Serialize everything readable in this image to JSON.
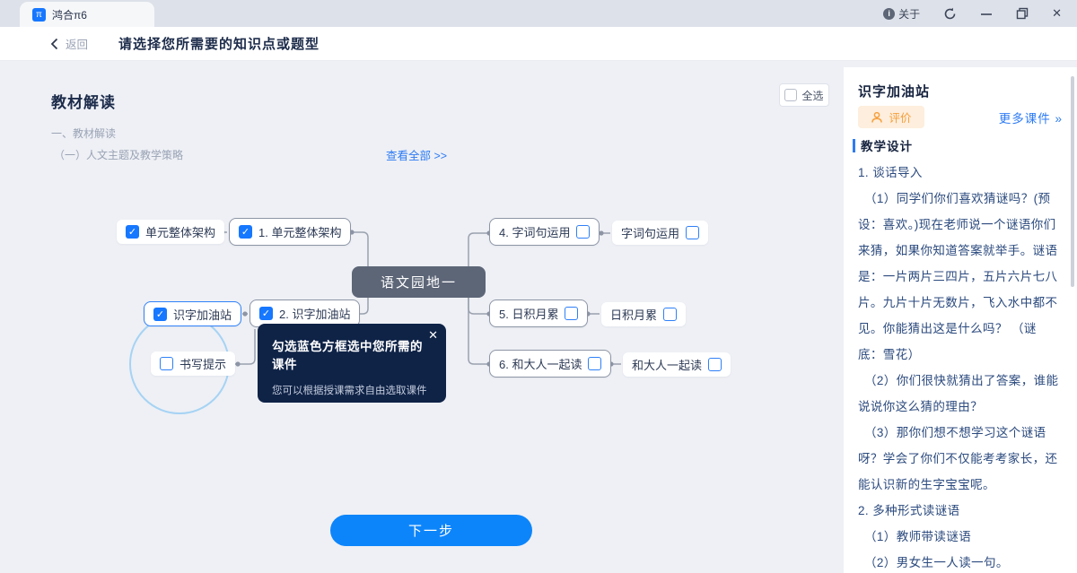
{
  "window": {
    "tab_title": "鸿合π6",
    "app_icon_glyph": "π",
    "about_label": "关于",
    "close_glyph": "✕"
  },
  "toolbar": {
    "back_label": "返回",
    "page_title": "请选择您所需要的知识点或题型"
  },
  "content": {
    "select_all_label": "全选",
    "section_title": "教材解读",
    "breadcrumb_line1": "一、教材解读",
    "breadcrumb_line2": "（一）人文主题及教学策略",
    "view_all_label": "查看全部 >>",
    "next_button_label": "下一步"
  },
  "mindmap": {
    "center_label": "语文园地一",
    "check_glyph": "✓",
    "nodes": [
      {
        "label": "单元整体架构",
        "checked": true
      },
      {
        "label": "1. 单元整体架构",
        "checked": true
      },
      {
        "label": "识字加油站",
        "checked": true
      },
      {
        "label": "2. 识字加油站",
        "checked": true
      },
      {
        "label": "书写提示",
        "checked": false
      },
      {
        "label": "4. 字词句运用",
        "checked": false
      },
      {
        "label": "字词句运用",
        "checked": false
      },
      {
        "label": "5. 日积月累",
        "checked": false
      },
      {
        "label": "日积月累",
        "checked": false
      },
      {
        "label": "6. 和大人一起读",
        "checked": false
      },
      {
        "label": "和大人一起读",
        "checked": false
      }
    ]
  },
  "tooltip": {
    "title": "勾选蓝色方框选中您所需的课件",
    "subtitle": "您可以根据授课需求自由选取课件",
    "close_glyph": "✕"
  },
  "panel": {
    "title": "识字加油站",
    "rate_label": "评价",
    "more_label": "更多课件 »",
    "section_label": "教学设计",
    "paragraphs": [
      "1.  谈话导入",
      "（1）同学们你们喜欢猜谜吗？(预设：喜欢。)现在老师说一个谜语你们来猜，如果你知道答案就举手。谜语是：一片两片三四片，五片六片七八片。九片十片无数片，飞入水中都不见。你能猜出这是什么吗？ （谜底：雪花）",
      "（2）你们很快就猜出了答案，谁能说说你这么猜的理由？",
      "（3）那你们想不想学习这个谜语呀？学会了你们不仅能考考家长，还能认识新的生字宝宝呢。",
      "2.  多种形式读谜语",
      "（1）教师带读谜语",
      "（2）男女生一人读一句。"
    ]
  },
  "colors": {
    "accent_blue": "#1677ff",
    "link_blue": "#2d7bf4",
    "node_border_gray": "#8d95a5",
    "center_node_bg": "#5d6677",
    "tooltip_bg": "#0f2347",
    "badge_bg": "#fdeedd",
    "badge_orange": "#f6a03c",
    "panel_text": "#2b4a7e"
  }
}
